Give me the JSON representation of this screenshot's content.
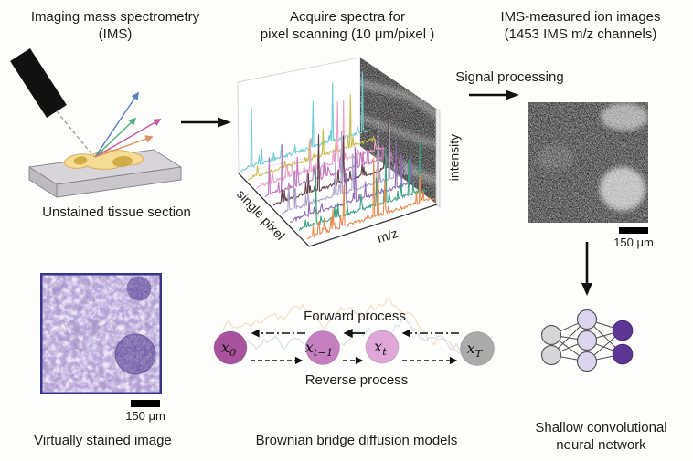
{
  "panel_ims": {
    "title_line1": "Imaging mass spectrometry",
    "title_line2": "(IMS)",
    "caption": "Unstained tissue section",
    "colors": {
      "laser": "#111111",
      "slide_top": "#d8d5da",
      "slide_front": "#c9c6cc",
      "slide_side": "#bdbac0",
      "tissue": "#f6dd96",
      "tissue_spot": "#d2ab4a",
      "ray_blue": "#5c7fc0",
      "ray_green": "#4fae7e",
      "ray_magenta": "#c25a9e",
      "ray_orange": "#dd8f5f"
    }
  },
  "panel_spectra": {
    "title_line1": "Acquire spectra for",
    "title_line2": "pixel scanning (10 μm/pixel )",
    "axis_single_pixel": "single pixel",
    "axis_mz": "m/z",
    "axis_intensity": "intensity",
    "spectra_colors": [
      "#72ccd2",
      "#c9bd4e",
      "#ee9fc8",
      "#c478bd",
      "#614149",
      "#b0a7ca",
      "#8f68b3",
      "#3ca183",
      "#e98a4e"
    ]
  },
  "panel_ion": {
    "title_line1": "IMS-measured ion images",
    "title_line2": "(1453 IMS m/z channels)",
    "process_label": "Signal processing",
    "scalebar": "150 μm"
  },
  "panel_nn": {
    "caption_line1": "Shallow convolutional",
    "caption_line2": "neural network",
    "node_colors": {
      "input": "#d6d6d8",
      "hidden": "#dbd6ee",
      "output": "#5c3794"
    }
  },
  "panel_diffusion": {
    "forward_label": "Forward process",
    "reverse_label": "Reverse process",
    "caption": "Brownian bridge diffusion models",
    "nodes": [
      {
        "main": "x",
        "sub": "0",
        "color": "#a8519c"
      },
      {
        "main": "x",
        "sub": "t−1",
        "color": "#c67fc0"
      },
      {
        "main": "x",
        "sub": "t",
        "color": "#dfa6d6"
      },
      {
        "main": "x",
        "sub": "T",
        "color": "#aaaaaa"
      }
    ],
    "trace_colors": [
      "#f0c49b",
      "#b9c8e2"
    ]
  },
  "panel_stained": {
    "caption": "Virtually stained image",
    "scalebar": "150 μm"
  }
}
